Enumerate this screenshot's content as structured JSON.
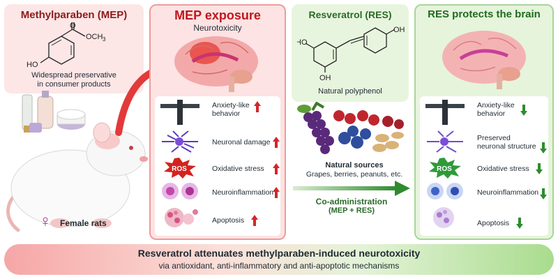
{
  "mep_panel": {
    "title": "Methylparaben (MEP)",
    "structure_labels": {
      "ho": "HO",
      "och3": "OCH",
      "och3_sub": "3",
      "carbonyl_o": "O"
    },
    "description_line1": "Widespread preservative",
    "description_line2": "in consumer products"
  },
  "rat": {
    "label": "Female rats",
    "symbol": "♀"
  },
  "exposure_panel": {
    "title": "MEP exposure",
    "subtitle": "Neurotoxicity",
    "effects": [
      {
        "line1": "Anxiety-like",
        "line2": "behavior",
        "direction": "up"
      },
      {
        "line1": "Neuronal damage",
        "line2": "",
        "direction": "up"
      },
      {
        "line1": "Oxidative stress",
        "line2": "",
        "direction": "up"
      },
      {
        "line1": "Neuroinflammation",
        "line2": "",
        "direction": "up"
      },
      {
        "line1": "Apoptosis",
        "line2": "",
        "direction": "up"
      }
    ],
    "ros_label": "ROS"
  },
  "res_panel": {
    "title": "Resveratrol (RES)",
    "structure_labels": {
      "ho": "HO",
      "oh_top": "OH",
      "oh_bottom": "OH"
    },
    "description": "Natural polyphenol"
  },
  "sources": {
    "title": "Natural sources",
    "list": "Grapes, berries, peanuts, etc."
  },
  "coadmin": {
    "line1": "Co-administration",
    "line2": "(MEP + RES)"
  },
  "protect_panel": {
    "title": "RES protects the brain",
    "effects": [
      {
        "line1": "Anxiety-like",
        "line2": "behavior",
        "direction": "down"
      },
      {
        "line1": "Preserved",
        "line2": "neuronal structure",
        "direction": "down"
      },
      {
        "line1": "Oxidative stress",
        "line2": "",
        "direction": "down"
      },
      {
        "line1": "Neuroinflammation",
        "line2": "",
        "direction": "down"
      },
      {
        "line1": "Apoptosis",
        "line2": "",
        "direction": "down"
      }
    ],
    "ros_label": "ROS"
  },
  "banner": {
    "line1": "Resveratrol attenuates methylparaben-induced neurotoxicity",
    "line2": "via antioxidant, anti-inflammatory and anti-apoptotic mechanisms"
  },
  "colors": {
    "red": "#d0262c",
    "green": "#2f8b2f",
    "pink_panel": "#fde3e3",
    "green_panel": "#e6f4dc",
    "title_dark_red": "#8c1b1b"
  }
}
